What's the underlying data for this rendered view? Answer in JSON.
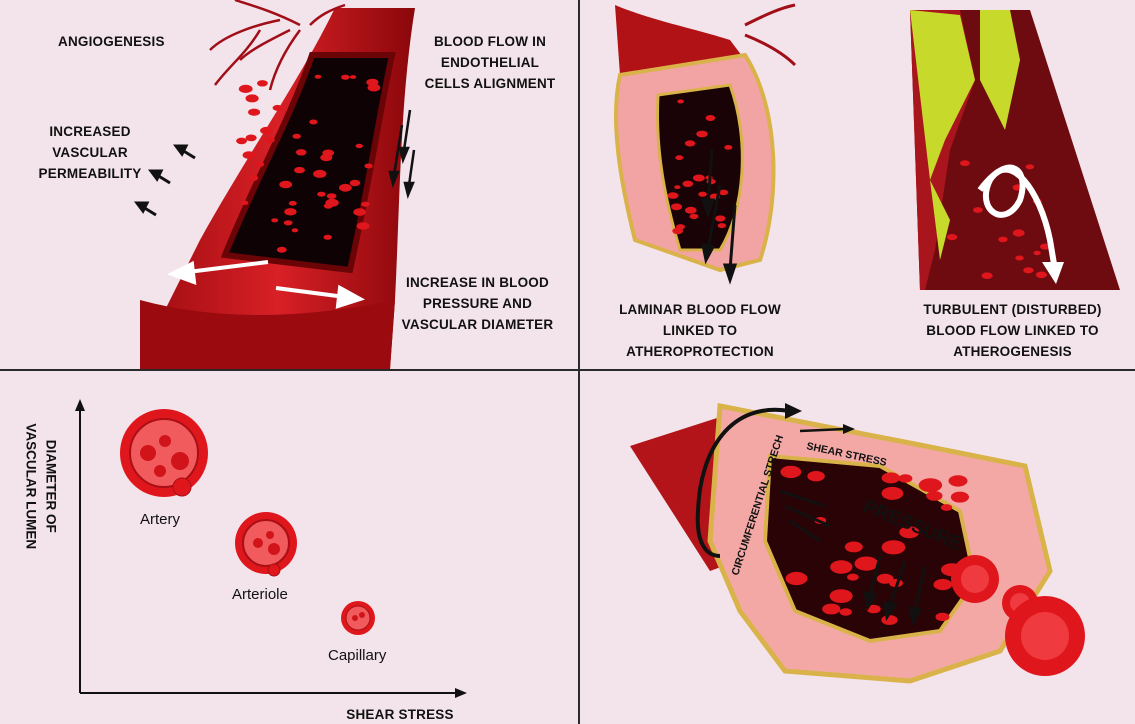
{
  "colors": {
    "background": "#f2e4ea",
    "vessel_wall": "#c0151b",
    "vessel_dark": "#7a0508",
    "lumen": "#0e0204",
    "blood_cell": "#e0161d",
    "endothelium": "#f3a8a6",
    "gold_layer": "#d9b34a",
    "plaque": "#c7d92b",
    "divider": "#2a2a2a"
  },
  "top_left": {
    "angiogenesis": "ANGIOGENESIS",
    "permeability": "INCREASED VASCULAR PERMEABILITY",
    "blood_flow": "BLOOD FLOW IN ENDOTHELIAL CELLS ALIGNMENT",
    "pressure": "INCREASE IN BLOOD PRESSURE AND VASCULAR DIAMETER"
  },
  "top_right": {
    "laminar": "LAMINAR BLOOD FLOW LINKED TO ATHEROPROTECTION",
    "turbulent": "TURBULENT (DISTURBED) BLOOD FLOW LINKED TO ATHEROGENESIS"
  },
  "bottom_left": {
    "y_axis": "DIAMETER OF VASCULAR LUMEN",
    "x_axis": "SHEAR STRESS",
    "vessels": [
      {
        "label": "Artery"
      },
      {
        "label": "Arteriole"
      },
      {
        "label": "Capillary"
      }
    ]
  },
  "bottom_right": {
    "circumferential": "CIRCUMFERENTIAL STRECH",
    "shear": "SHEAR STRESS",
    "pressure": "PRESSURE"
  }
}
